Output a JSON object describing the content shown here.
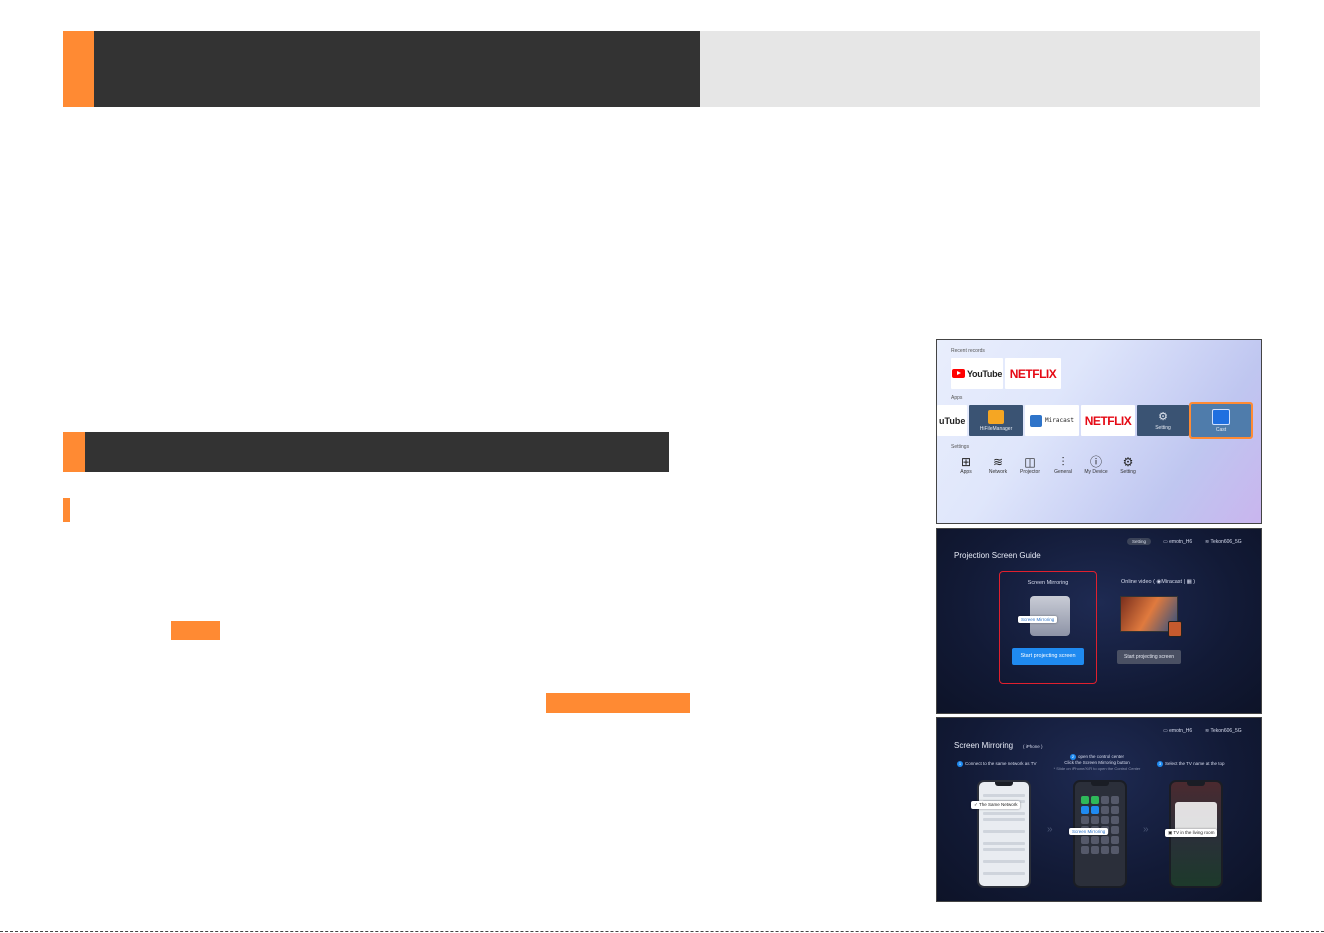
{
  "colors": {
    "accent": "#ff8a33",
    "dark_band": "#333333",
    "light_band": "#e6e6e6",
    "cast_highlight": "#ff8a33",
    "guide_box": "#e0202e",
    "primary_button": "#1f8af0"
  },
  "panel1": {
    "recent_label": "Recent records",
    "recent_tiles": [
      {
        "name": "YouTube"
      },
      {
        "name": "NETFLIX"
      }
    ],
    "apps_label": "Apps",
    "apps": [
      {
        "label": "",
        "name": "YouTube (partial)",
        "partial_text": "uTube"
      },
      {
        "label": "HiFileManager",
        "icon": "folder-icon"
      },
      {
        "label": "",
        "name": "Miracast",
        "tile_text": "Miracast"
      },
      {
        "label": "",
        "name": "NETFLIX",
        "tile_text": "NETFLIX"
      },
      {
        "label": "Setting",
        "icon": "gear-icon"
      },
      {
        "label": "Cast",
        "icon": "cast-icon",
        "selected": true
      }
    ],
    "settings_label": "Settings",
    "settings": [
      {
        "label": "Apps",
        "icon": "apps-icon"
      },
      {
        "label": "Network",
        "icon": "wifi-icon"
      },
      {
        "label": "Projector",
        "icon": "projector-icon"
      },
      {
        "label": "General",
        "icon": "sliders-icon"
      },
      {
        "label": "My Device",
        "icon": "info-icon"
      },
      {
        "label": "Setting",
        "icon": "gear-icon"
      }
    ]
  },
  "panel2": {
    "setting_pill": "Setting",
    "device_name": "emotn_H6",
    "wifi_name": "Tekon606_5G",
    "title": "Projection Screen Guide",
    "mirroring_title": "Screen Mirroring",
    "mirroring_callout": "Screen Mirroring",
    "mirroring_button": "Start projecting screen",
    "online_title": "Online video",
    "online_suffix": "Miracast",
    "online_button": "Start projecting screen"
  },
  "panel3": {
    "device_name": "emotn_H6",
    "wifi_name": "Tekon606_5G",
    "title": "Screen Mirroring",
    "title_badge": "iPhone",
    "steps": [
      {
        "num": "1",
        "text": "Connect to the same network as TV",
        "sub": ""
      },
      {
        "num": "2",
        "text": "open the control center",
        "text2": "Click the Screen Mirroring button",
        "sub": "* Slide on iPhone/X/R to open the Control Center"
      },
      {
        "num": "3",
        "text": "Select the TV name at the top",
        "sub": ""
      }
    ],
    "phone1_callout": "The Same Network",
    "phone2_callout": "Screen Mirroring",
    "phone3_callout": "TV in the living room"
  }
}
